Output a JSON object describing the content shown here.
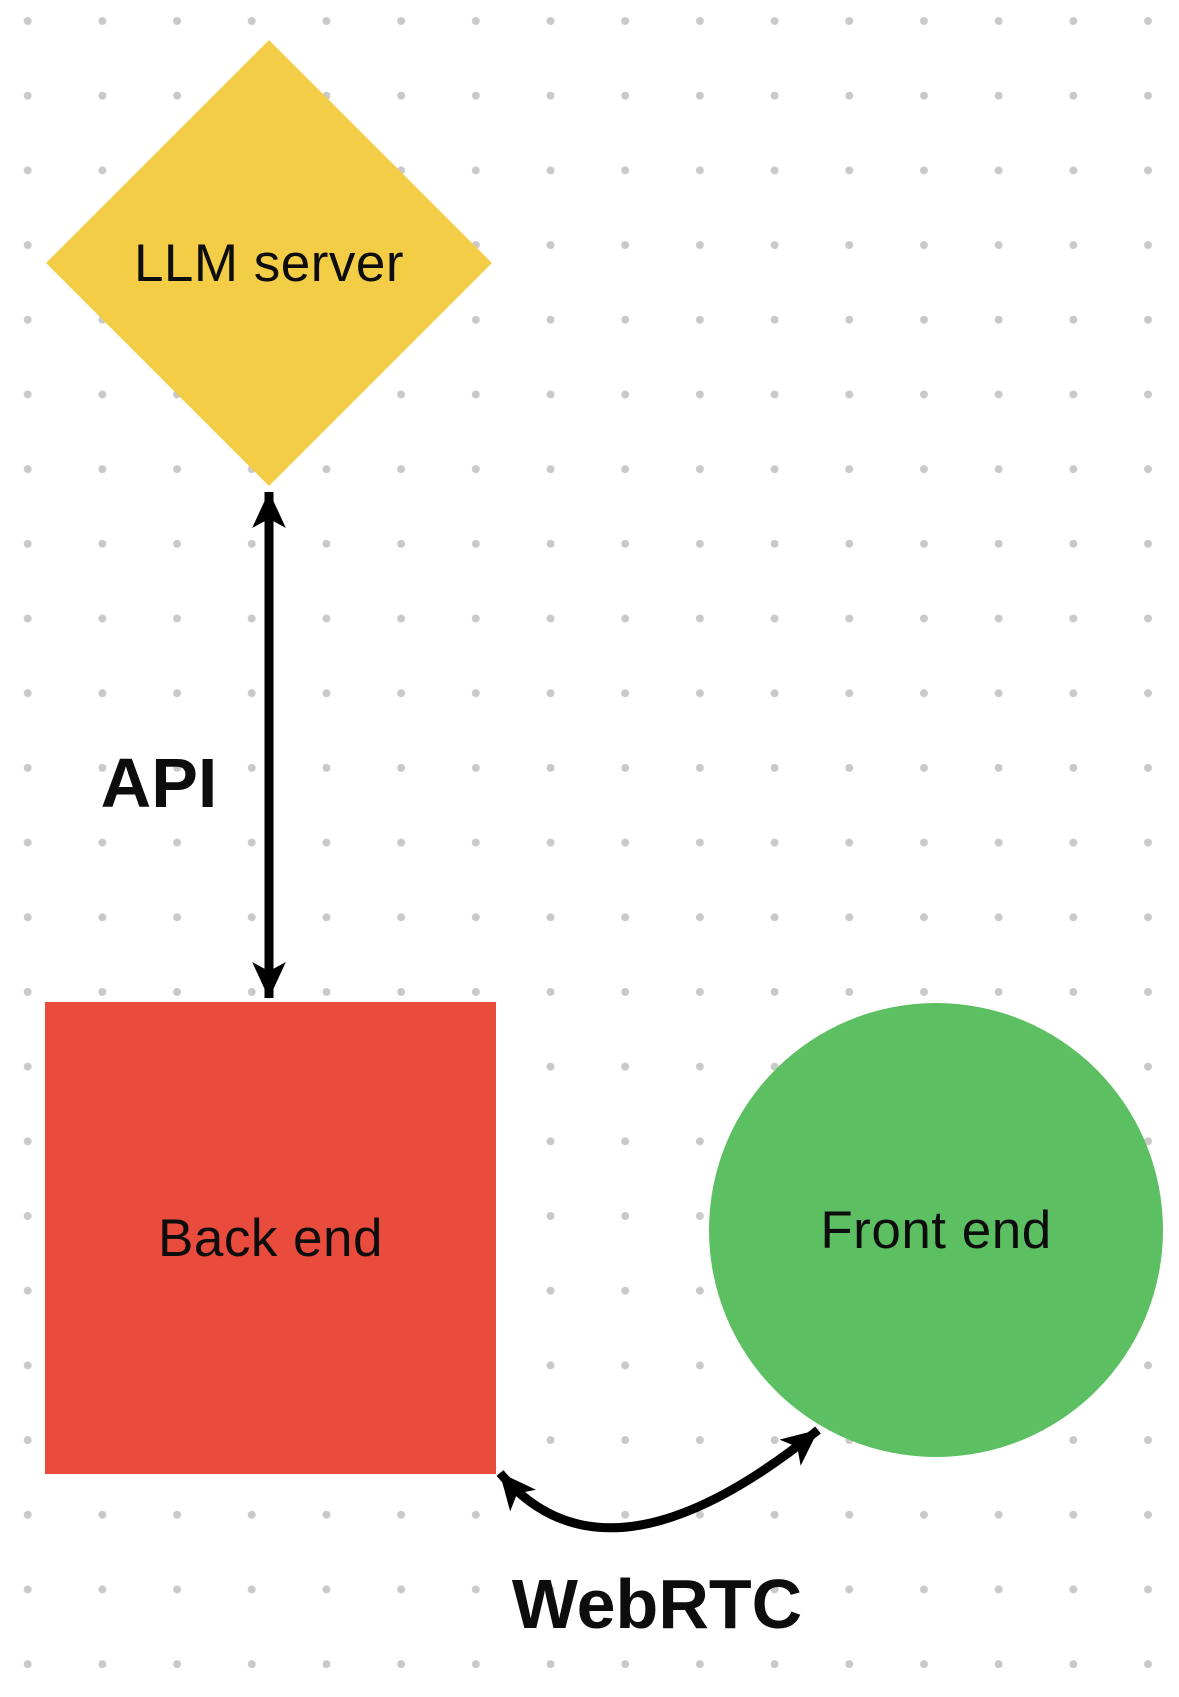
{
  "canvas": {
    "background": "#ffffff",
    "dot_grid": true,
    "dot_color": "#c9c9c9"
  },
  "nodes": [
    {
      "id": "llm-server",
      "shape": "diamond",
      "label": "LLM server",
      "fill": "#f4cd47"
    },
    {
      "id": "back-end",
      "shape": "rectangle",
      "label": "Back end",
      "fill": "#e94b3c"
    },
    {
      "id": "front-end",
      "shape": "circle",
      "label": "Front end",
      "fill": "#5cbf62"
    }
  ],
  "edges": [
    {
      "id": "api",
      "label": "API",
      "style": "straight-double-arrow",
      "color": "#000000",
      "from": "llm-server",
      "to": "back-end"
    },
    {
      "id": "webrtc",
      "label": "WebRTC",
      "style": "curved-double-arrow",
      "color": "#000000",
      "from": "back-end",
      "to": "front-end"
    }
  ]
}
